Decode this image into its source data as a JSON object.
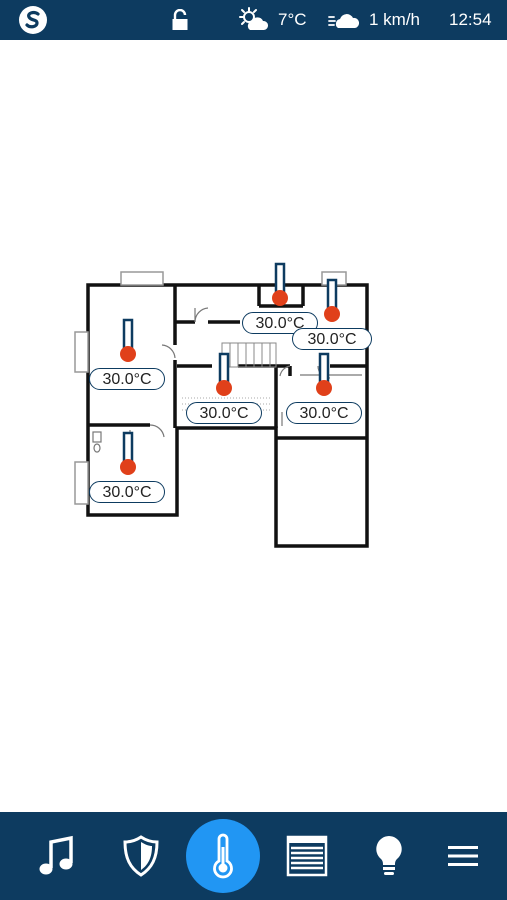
{
  "status_bar": {
    "logo_icon": "somfy-logo-icon",
    "lock_icon": "unlocked-padlock-icon",
    "weather_icon": "sun-behind-cloud-icon",
    "temperature": "7°C",
    "wind_icon": "wind-cloud-icon",
    "wind_speed": "1 km/h",
    "time": "12:54",
    "background_color": "#0d3b60"
  },
  "floorplan": {
    "sensor_icon": "thermometer-icon",
    "sensors": [
      {
        "room": "upper-left-room",
        "temperature": "30.0°C"
      },
      {
        "room": "lower-left-room",
        "temperature": "30.0°C"
      },
      {
        "room": "hall",
        "temperature": "30.0°C"
      },
      {
        "room": "top-middle-room",
        "temperature": "30.0°C"
      },
      {
        "room": "top-right-room",
        "temperature": "30.0°C"
      },
      {
        "room": "right-room",
        "temperature": "30.0°C"
      }
    ],
    "thermometer_bulb_color": "#e0401a",
    "label_border_color": "#0d3b60"
  },
  "bottom_nav": {
    "items": [
      {
        "name": "music",
        "icon": "music-note-icon",
        "active": false
      },
      {
        "name": "security",
        "icon": "shield-icon",
        "active": false
      },
      {
        "name": "heating",
        "icon": "thermometer-icon",
        "active": true
      },
      {
        "name": "shutters",
        "icon": "roller-shutter-icon",
        "active": false
      },
      {
        "name": "lighting",
        "icon": "light-bulb-icon",
        "active": false
      },
      {
        "name": "menu",
        "icon": "hamburger-menu-icon",
        "active": false
      }
    ],
    "background_color": "#0d3b60",
    "active_color": "#2196f3"
  }
}
